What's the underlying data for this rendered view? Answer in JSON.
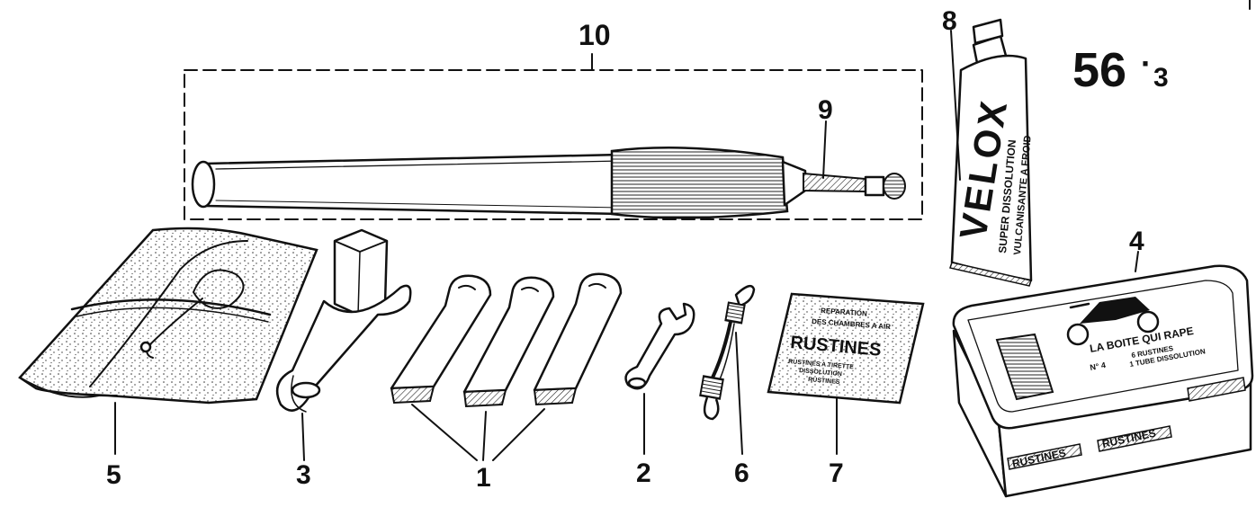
{
  "page_number": {
    "main": "56",
    "sub": "3"
  },
  "callouts": {
    "c1": "1",
    "c2": "2",
    "c3": "3",
    "c4": "4",
    "c5": "5",
    "c6": "6",
    "c7": "7",
    "c8": "8",
    "c9": "9",
    "c10": "10"
  },
  "glue_tube": {
    "brand": "VELOX",
    "line1": "SUPER DISSOLUTION",
    "line2": "VULCANISANTE A FROID"
  },
  "patch_packet": {
    "header1": "REPARATION",
    "header2": "DES CHAMBRES A AIR",
    "brand": "RUSTINES",
    "text1": "RUSTINES A TIRETTE",
    "text2": "DISSOLUTION",
    "text3": "RUSTINES"
  },
  "repair_tin": {
    "title": "LA BOITE QUI RAPE",
    "number": "N° 4",
    "contents1": "6 RUSTINES",
    "contents2": "1 TUBE DISSOLUTION",
    "band_brand": "RUSTINES"
  },
  "icons": [
    "tire-pump-icon",
    "glue-tube-icon",
    "repair-tin-icon",
    "tool-roll-icon",
    "box-spanner-icon",
    "tire-lever-icon",
    "small-wrench-icon",
    "valve-tube-icon",
    "patch-packet-icon",
    "motorcycle-icon"
  ]
}
